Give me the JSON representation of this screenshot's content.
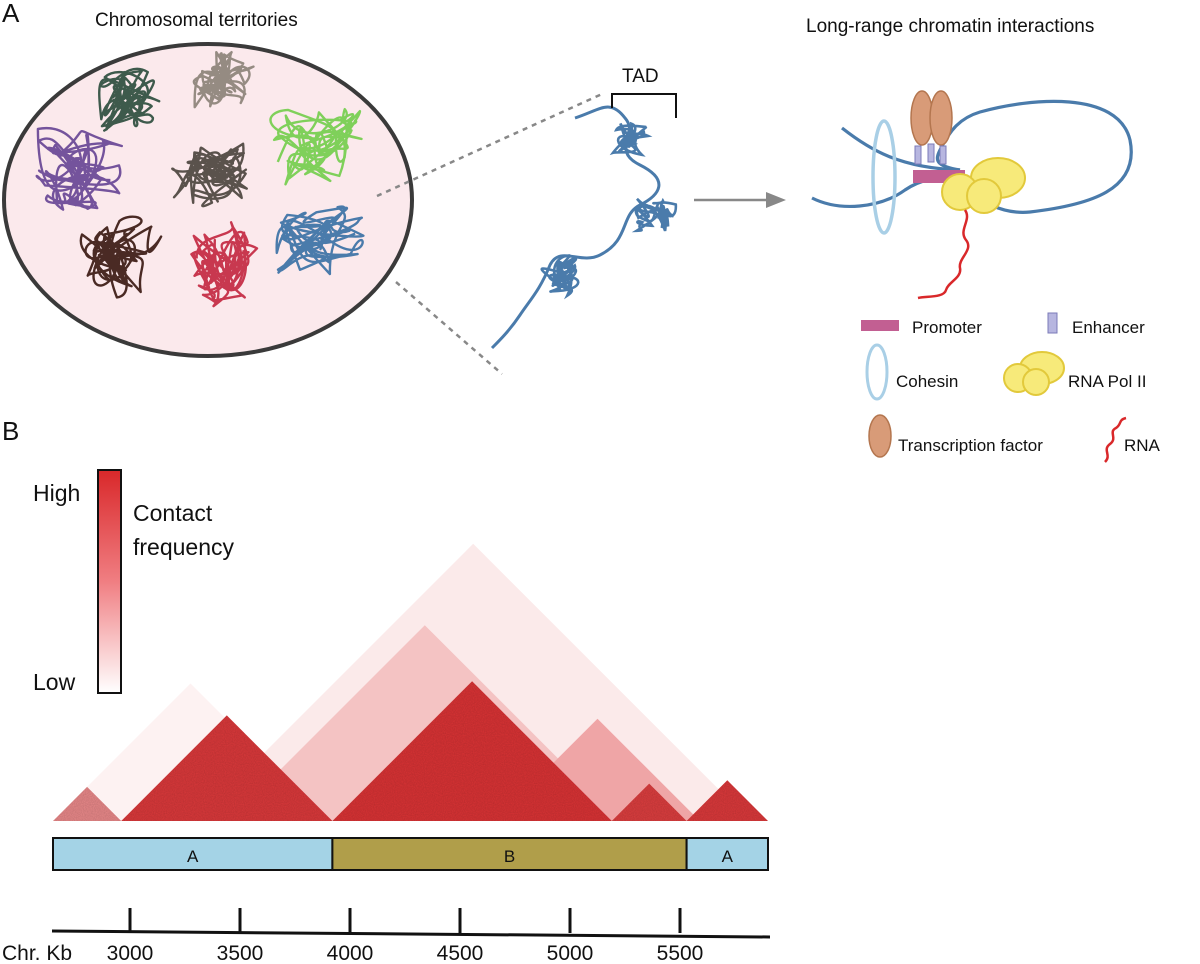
{
  "panel_a": {
    "label": "A",
    "territories_title": "Chromosomal territories",
    "tad_label": "TAD",
    "interactions_title": "Long-range chromatin interactions",
    "legend": {
      "promoter": "Promoter",
      "enhancer": "Enhancer",
      "cohesin": "Cohesin",
      "rna_pol": "RNA Pol II",
      "tf": "Transcription factor",
      "rna": "RNA"
    },
    "colors": {
      "nucleus_fill": "#fbe9ec",
      "chromatin_blue": "#4a7bab",
      "promoter": "#c25f92",
      "enhancer": "#b7b6e0",
      "cohesin": "#a9cfe6",
      "rna_pol": "#f7ea7a",
      "tf": "#d89b78",
      "rna": "#d9282a"
    }
  },
  "panel_b": {
    "label": "B",
    "colorbar": {
      "high": "High",
      "low": "Low",
      "title_line1": "Contact",
      "title_line2": "frequency"
    },
    "axis_label": "Chr. Kb",
    "ticks": [
      "3000",
      "3500",
      "4000",
      "4500",
      "5000",
      "5500"
    ],
    "tick_values": [
      3000,
      3500,
      4000,
      4500,
      5000,
      5500
    ],
    "axis_range_kb": [
      2650,
      5900
    ],
    "compartments": [
      {
        "label": "A",
        "start": 2650,
        "end": 3920,
        "color": "#a4d3e6"
      },
      {
        "label": "B",
        "start": 3920,
        "end": 5530,
        "color": "#b09e4a"
      },
      {
        "label": "A",
        "start": 5530,
        "end": 5900,
        "color": "#a4d3e6"
      }
    ],
    "domains": [
      {
        "start": 2650,
        "end": 3900,
        "intensity": 0.06
      },
      {
        "start": 3300,
        "end": 5820,
        "intensity": 0.1
      },
      {
        "start": 3450,
        "end": 5230,
        "intensity": 0.28
      },
      {
        "start": 4660,
        "end": 5590,
        "intensity": 0.42
      },
      {
        "start": 2650,
        "end": 2960,
        "intensity": 0.55
      },
      {
        "start": 2960,
        "end": 3920,
        "intensity": 0.92
      },
      {
        "start": 3920,
        "end": 5190,
        "intensity": 0.95
      },
      {
        "start": 5190,
        "end": 5530,
        "intensity": 0.9
      },
      {
        "start": 5530,
        "end": 5900,
        "intensity": 0.92
      }
    ],
    "colors": {
      "high": "#d9282a",
      "low": "#ffffff"
    }
  }
}
